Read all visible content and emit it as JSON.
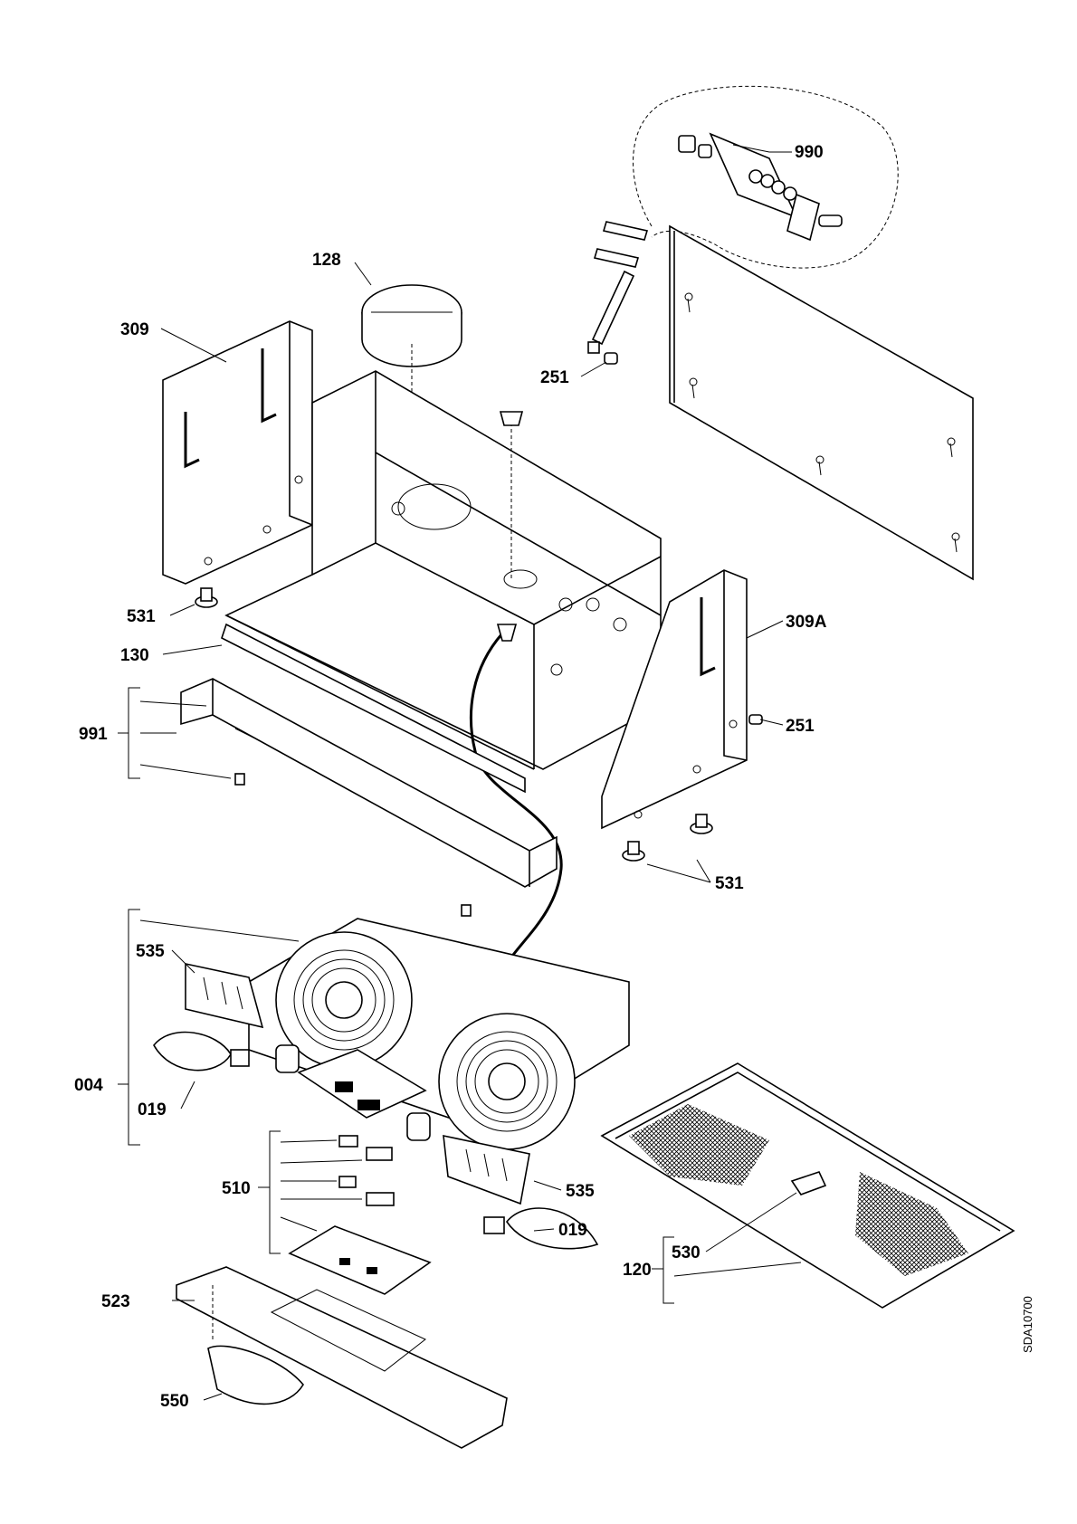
{
  "parts": {
    "p990": "990",
    "p128": "128",
    "p309": "309",
    "p251_top": "251",
    "p531_left": "531",
    "p309A": "309A",
    "p130": "130",
    "p991": "991",
    "p251_right": "251",
    "p531_bottom": "531",
    "p535_left": "535",
    "p004": "004",
    "p019_left": "019",
    "p510": "510",
    "p535_right": "535",
    "p019_right": "019",
    "p530": "530",
    "p120": "120",
    "p523": "523",
    "p550": "550"
  },
  "drawing_code": "SDA10700"
}
